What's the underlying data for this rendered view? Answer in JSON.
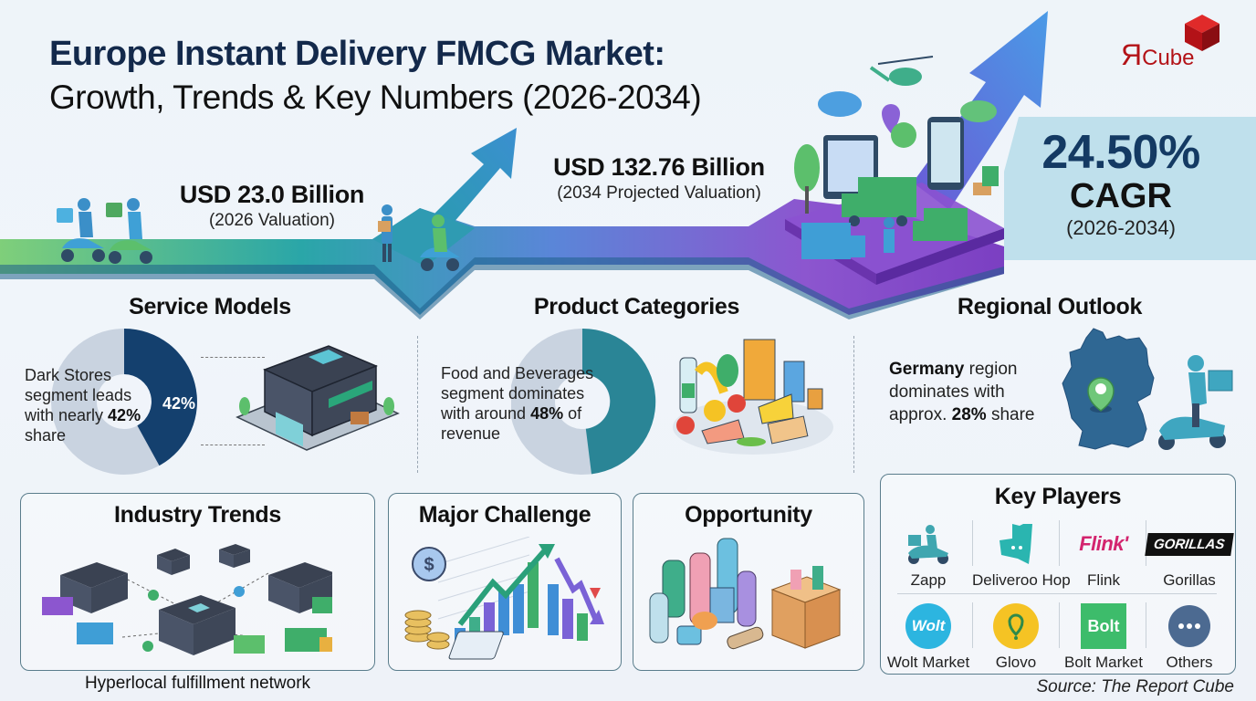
{
  "header": {
    "title_line1": "Europe Instant Delivery FMCG Market:",
    "title_line2": "Growth, Trends & Key Numbers (2026-2034)"
  },
  "logo": {
    "mark": "Я",
    "word": "Cube",
    "color": "#b31217"
  },
  "valuation_2026": {
    "value": "USD 23.0 Billion",
    "label": "(2026 Valuation)"
  },
  "valuation_2034": {
    "value": "USD 132.76 Billion",
    "label": "(2034 Projected Valuation)"
  },
  "cagr": {
    "value": "24.50%",
    "label": "CAGR",
    "period": "(2026-2034)"
  },
  "service_models": {
    "heading": "Service Models",
    "text_pre": "Dark Stores segment leads with nearly ",
    "text_bold": "42%",
    "text_post": " share",
    "donut_label": "42%",
    "segment_share": 42,
    "colors": {
      "segment": "#14406e",
      "rest": "#c9d3e0"
    },
    "illustration": "dark-store-building-icon"
  },
  "product_categories": {
    "heading": "Product Categories",
    "text_pre": "Food and Beverages segment dominates with around ",
    "text_bold": "48%",
    "text_post": " of revenue",
    "segment_share": 48,
    "colors": {
      "segment": "#2a8596",
      "rest": "#c9d3e0"
    },
    "illustration": "grocery-food-icon"
  },
  "regional_outlook": {
    "heading": "Regional Outlook",
    "text_bold_1": "Germany",
    "text_mid": " region dominates with approx. ",
    "text_bold_2": "28%",
    "text_post": " share",
    "illustration": "germany-map-icon"
  },
  "industry_trends": {
    "heading": "Industry Trends",
    "caption": "Hyperlocal fulfillment network",
    "illustration": "hyperlocal-network-icon"
  },
  "major_challenge": {
    "heading": "Major Challenge",
    "illustration": "cost-chart-icon"
  },
  "opportunity": {
    "heading": "Opportunity",
    "illustration": "personal-care-products-icon"
  },
  "key_players": {
    "heading": "Key Players",
    "players": [
      {
        "name": "Zapp",
        "logo": "scooter-rider-icon"
      },
      {
        "name": "Deliveroo Hop",
        "logo": "deliveroo-kangaroo-icon",
        "color": "#2ab5b0"
      },
      {
        "name": "Flink",
        "logo_text": "Flink'",
        "color": "#d3246e"
      },
      {
        "name": "Gorillas",
        "logo_text": "GORILLAS",
        "color": "#111111"
      },
      {
        "name": "Wolt Market",
        "logo_text": "Wolt",
        "color": "#2cb5e0"
      },
      {
        "name": "Glovo",
        "logo": "glovo-pin-icon",
        "color": "#f5c324"
      },
      {
        "name": "Bolt Market",
        "logo_text": "Bolt",
        "color": "#3dbc6b"
      },
      {
        "name": "Others",
        "logo": "more-dots-icon",
        "color": "#4c6a91"
      }
    ]
  },
  "source": "Source: The Report Cube"
}
